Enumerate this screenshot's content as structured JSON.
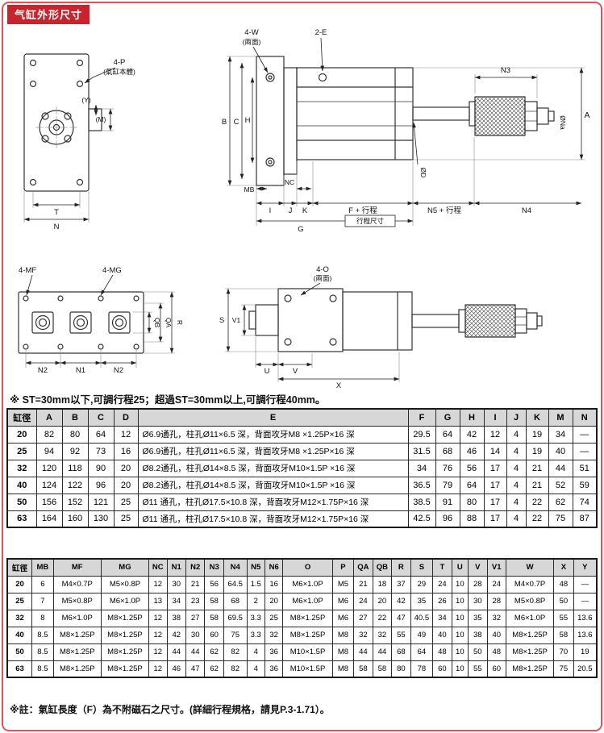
{
  "page": {
    "title": "气缸外形尺寸",
    "stroke_note": "※ ST=30mm以下,可調行程25；超過ST=30mm以上,可調行程40mm。",
    "footer_note": "※註：氣缸長度（F）為不附磁石之尺寸。(詳細行程規格，請見P.3-1.71）。",
    "accent_color": "#c8242d"
  },
  "drawing_top": {
    "rear_view": {
      "four_p": "4-P",
      "four_p_sub": "(氣缸本體)",
      "y_dim": "(Y)",
      "m_dim": "(M)",
      "t_dim": "T",
      "n_dim": "N"
    },
    "side_view": {
      "four_w": "4-W",
      "faces": "(兩面)",
      "two_e": "2-E",
      "n3": "N3",
      "dia_na": "ØNa",
      "a": "A",
      "b": "B",
      "c": "C",
      "h": "H",
      "dia_d": "ØD",
      "mb": "MB",
      "nc": "NC",
      "i": "I",
      "j": "J",
      "k": "K",
      "f_stroke": "F + 行程",
      "n5_stroke": "N5 + 行程",
      "n4": "N4",
      "g": "G",
      "stroke_dim": "行程尺寸"
    }
  },
  "drawing_bottom": {
    "bottom_view": {
      "four_mf": "4-MF",
      "four_mg": "4-MG",
      "qb": "QB",
      "qa": "QA",
      "r": "R",
      "n2a": "N2",
      "n1": "N1",
      "n2b": "N2"
    },
    "top_view": {
      "four_o": "4-O",
      "faces": "(兩面)",
      "s": "S",
      "v1": "V1",
      "u": "U",
      "v": "V",
      "x": "X"
    }
  },
  "table1": {
    "headers": [
      "缸徑",
      "A",
      "B",
      "C",
      "D",
      "E",
      "F",
      "G",
      "H",
      "I",
      "J",
      "K",
      "M",
      "N"
    ],
    "rows": [
      [
        "20",
        "82",
        "80",
        "64",
        "12",
        "Ø6.9通孔，柱孔Ø11×6.5 深，背面攻牙M8 ×1.25P×16 深",
        "29.5",
        "64",
        "42",
        "12",
        "4",
        "19",
        "34",
        "—"
      ],
      [
        "25",
        "94",
        "92",
        "73",
        "16",
        "Ø6.9通孔，柱孔Ø11×6.5 深，背面攻牙M8 ×1.25P×16 深",
        "31.5",
        "68",
        "46",
        "14",
        "4",
        "19",
        "40",
        "—"
      ],
      [
        "32",
        "120",
        "118",
        "90",
        "20",
        "Ø8.2通孔，柱孔Ø14×8.5 深，背面攻牙M10×1.5P ×16 深",
        "34",
        "76",
        "56",
        "17",
        "4",
        "21",
        "44",
        "51"
      ],
      [
        "40",
        "124",
        "122",
        "96",
        "20",
        "Ø8.2通孔，柱孔Ø14×8.5 深，背面攻牙M10×1.5P ×16 深",
        "36.5",
        "79",
        "64",
        "17",
        "4",
        "21",
        "52",
        "59"
      ],
      [
        "50",
        "156",
        "152",
        "121",
        "25",
        "Ø11 通孔，柱孔Ø17.5×10.8 深，背面攻牙M12×1.75P×16 深",
        "38.5",
        "91",
        "80",
        "17",
        "4",
        "22",
        "62",
        "74"
      ],
      [
        "63",
        "164",
        "160",
        "130",
        "25",
        "Ø11 通孔，柱孔Ø17.5×10.8 深，背面攻牙M12×1.75P×16 深",
        "42.5",
        "96",
        "88",
        "17",
        "4",
        "22",
        "75",
        "87"
      ]
    ]
  },
  "table2": {
    "headers": [
      "缸徑",
      "MB",
      "MF",
      "MG",
      "NC",
      "N1",
      "N2",
      "N3",
      "N4",
      "N5",
      "N6",
      "O",
      "P",
      "QA",
      "QB",
      "R",
      "S",
      "T",
      "U",
      "V",
      "V1",
      "W",
      "X",
      "Y"
    ],
    "rows": [
      [
        "20",
        "6",
        "M4×0.7P",
        "M5×0.8P",
        "12",
        "30",
        "21",
        "56",
        "64.5",
        "1.5",
        "16",
        "M6×1.0P",
        "M5",
        "21",
        "18",
        "37",
        "29",
        "24",
        "10",
        "28",
        "24",
        "M4×0.7P",
        "48",
        "—"
      ],
      [
        "25",
        "7",
        "M5×0.8P",
        "M6×1.0P",
        "13",
        "34",
        "23",
        "58",
        "68",
        "2",
        "20",
        "M6×1.0P",
        "M6",
        "24",
        "20",
        "42",
        "35",
        "26",
        "10",
        "30",
        "28",
        "M5×0.8P",
        "50",
        "—"
      ],
      [
        "32",
        "8",
        "M6×1.0P",
        "M8×1.25P",
        "12",
        "38",
        "27",
        "58",
        "69.5",
        "3.3",
        "25",
        "M8×1.25P",
        "M6",
        "27",
        "22",
        "47",
        "40.5",
        "34",
        "10",
        "35",
        "32",
        "M6×1.0P",
        "55",
        "13.6"
      ],
      [
        "40",
        "8.5",
        "M8×1.25P",
        "M8×1.25P",
        "12",
        "42",
        "30",
        "60",
        "75",
        "3.3",
        "32",
        "M8×1.25P",
        "M8",
        "32",
        "32",
        "55",
        "49",
        "40",
        "10",
        "38",
        "40",
        "M8×1.25P",
        "58",
        "13.6"
      ],
      [
        "50",
        "8.5",
        "M8×1.25P",
        "M8×1.25P",
        "12",
        "44",
        "44",
        "62",
        "82",
        "4",
        "36",
        "M10×1.5P",
        "M8",
        "44",
        "44",
        "68",
        "64",
        "48",
        "10",
        "50",
        "48",
        "M8×1.25P",
        "70",
        "19"
      ],
      [
        "63",
        "8.5",
        "M8×1.25P",
        "M8×1.25P",
        "12",
        "46",
        "47",
        "62",
        "82",
        "4",
        "36",
        "M10×1.5P",
        "M8",
        "58",
        "58",
        "80",
        "78",
        "60",
        "10",
        "55",
        "60",
        "M8×1.25P",
        "75",
        "20.5"
      ]
    ]
  }
}
